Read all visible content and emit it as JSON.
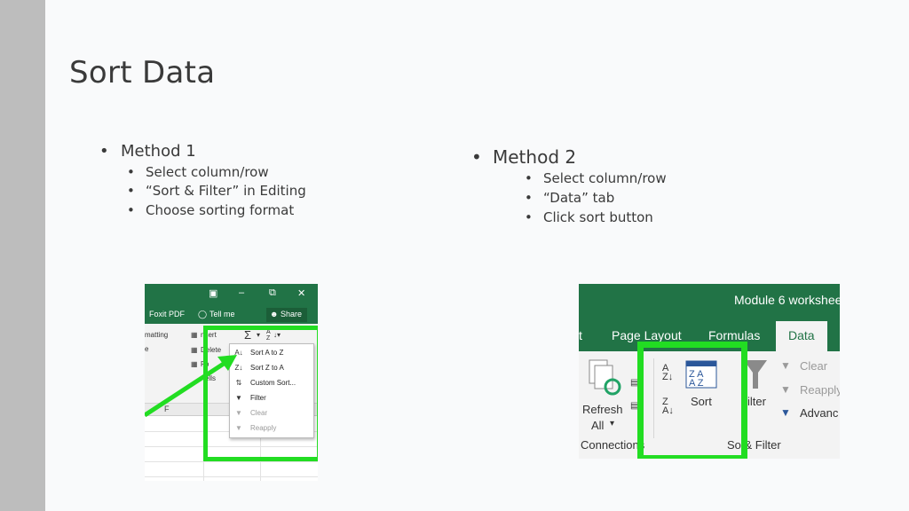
{
  "slide": {
    "title": "Sort Data",
    "method1": {
      "heading": "Method 1",
      "steps": [
        "Select column/row",
        "“Sort & Filter” in Editing",
        "Choose sorting format"
      ]
    },
    "method2": {
      "heading": "Method 2",
      "steps": [
        "Select column/row",
        "“Data” tab",
        "Click sort button"
      ]
    },
    "bullet": "•"
  },
  "screenshot1": {
    "tabs": [
      "Foxit PDF",
      "Tell me",
      "Share"
    ],
    "ribbon": {
      "formatting": "matting",
      "insert": "nsert",
      "delete": "Delete",
      "format_partial": "Fo",
      "cells": "ells",
      "e_partial": "e"
    },
    "column_header": "F",
    "sort_menu": [
      {
        "label": "Sort A to Z",
        "icon": "sort-a-z-icon",
        "disabled": false
      },
      {
        "label": "Sort Z to A",
        "icon": "sort-z-a-icon",
        "disabled": false
      },
      {
        "label": "Custom Sort...",
        "icon": "custom-sort-icon",
        "disabled": false
      },
      {
        "label": "Filter",
        "icon": "filter-icon",
        "disabled": false
      },
      {
        "label": "Clear",
        "icon": "clear-filter-icon",
        "disabled": true
      },
      {
        "label": "Reapply",
        "icon": "reapply-icon",
        "disabled": true
      }
    ]
  },
  "screenshot2": {
    "window_title": "Module 6 workshee",
    "tabs": [
      "t",
      "Page Layout",
      "Formulas",
      "Data"
    ],
    "ribbon": {
      "refresh_line1": "Refresh",
      "refresh_line2": "All",
      "connections": "Connections",
      "sort": "Sort",
      "filter": "ilter",
      "clear": "Clear",
      "reapply": "Reapply",
      "advanced": "Advanc",
      "group_label": "So    & Filter"
    }
  },
  "colors": {
    "excel_green": "#217346",
    "highlight_green": "#22dd22",
    "band_grey": "#bdbdbd"
  }
}
